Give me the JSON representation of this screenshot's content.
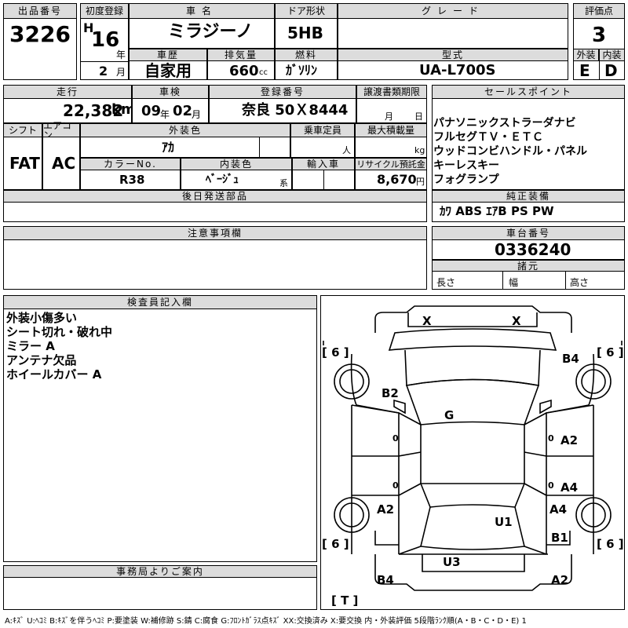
{
  "header": {
    "lot_label": "出品番号",
    "lot_no": "3226",
    "first_reg_label": "初度登録",
    "era": "H",
    "year": "16",
    "year_unit": "年",
    "month": "2",
    "month_unit": "月",
    "car_name_label": "車名",
    "car_name": "ミラジーノ",
    "door_label": "ドア形状",
    "door": "5HB",
    "grade_label": "グレード",
    "grade": "",
    "score_label": "評価点",
    "score": "3",
    "history_label": "車歴",
    "history": "自家用",
    "displacement_label": "排気量",
    "displacement": "660",
    "displacement_unit": "cc",
    "fuel_label": "燃料",
    "fuel": "ｶﾞｿﾘﾝ",
    "model_label": "型式",
    "model": "UA-L700S",
    "exterior_label": "外装",
    "exterior": "E",
    "interior_label": "内装",
    "interior": "D"
  },
  "vehicle": {
    "mileage_label": "走行",
    "mileage": "22,382",
    "mileage_unit": "km",
    "inspection_label": "車検",
    "insp_year": "09",
    "insp_year_unit": "年",
    "insp_month": "02",
    "insp_month_unit": "月",
    "plate_label": "登録番号",
    "plate": "奈良 50Ｘ8444",
    "transfer_label": "譲渡書類期限",
    "transfer_month_unit": "月",
    "transfer_day_unit": "日",
    "shift_label": "シフト",
    "shift": "FAT",
    "ac_label": "エアコン",
    "ac": "AC",
    "ext_color_label": "外装色",
    "ext_color": "ｱｶ",
    "capacity_label": "乗車定員",
    "capacity_unit": "人",
    "load_label": "最大積載量",
    "load_unit": "kg",
    "color_no_label": "カラーNo.",
    "color_no": "R38",
    "int_color_label": "内装色",
    "int_color": "ﾍﾞｰｼﾞｭ",
    "int_color_unit": "系",
    "import_label": "輸入車",
    "recycle_label": "リサイクル預託金",
    "recycle": "8,670",
    "recycle_unit": "円",
    "later_parts_label": "後日発送部品"
  },
  "sales": {
    "label": "セールスポイント",
    "points": [
      "パナソニックストラーダナビ",
      "フルセグＴＶ・ＥＴＣ",
      "ウッドコンビハンドル・パネル",
      "キーレスキー",
      "フォグランプ"
    ],
    "equipment_label": "純正装備",
    "equipment": "ｶﾜ ABS ｴｱB PS PW"
  },
  "caution": {
    "label": "注意事項欄"
  },
  "chassis": {
    "label": "車台番号",
    "number": "0336240",
    "spec_label": "諸元",
    "length_label": "長さ",
    "width_label": "幅",
    "height_label": "高さ"
  },
  "inspector": {
    "label": "検査員記入欄",
    "notes": [
      "外装小傷多い",
      "シート切れ・破れ中",
      "ミラー A",
      "アンテナ欠品",
      "ホイールカバー A"
    ]
  },
  "office": {
    "label": "事務局よりご案内"
  },
  "diagram": {
    "marks": {
      "front_x_left": "X",
      "front_x_right": "X",
      "tire_fl": "[ 6 ]",
      "tire_fr": "[ 6 ]",
      "tire_rl": "[ 6 ]",
      "tire_rr": "[ 6 ]",
      "fender_fr": "B4",
      "hood_left": "B2",
      "roof": "G",
      "door_fr": "A2",
      "door_rr": "A4",
      "wheel_rl": "A2",
      "quarter_rr": "A4",
      "trunk": "U1",
      "rear_corner_r": "B1",
      "rear_panel": "U3",
      "rear_bumper_l": "B4",
      "rear_bumper_r": "A2",
      "tail": "[ T ]",
      "zero_1": "0",
      "zero_2": "0",
      "zero_3": "0",
      "zero_4": "0"
    }
  },
  "legend": "A:ｷｽﾞ U:ﾍｺﾐ B:ｷｽﾞを伴うﾍｺﾐ P:要塗装 W:補修跡 S:錆 C:腐食 G:ﾌﾛﾝﾄｶﾞﾗｽ点ｷｽﾞ XX:交換済み X:要交換 内・外装評価 5段階ﾗﾝｸ順(A・B・C・D・E) 1"
}
